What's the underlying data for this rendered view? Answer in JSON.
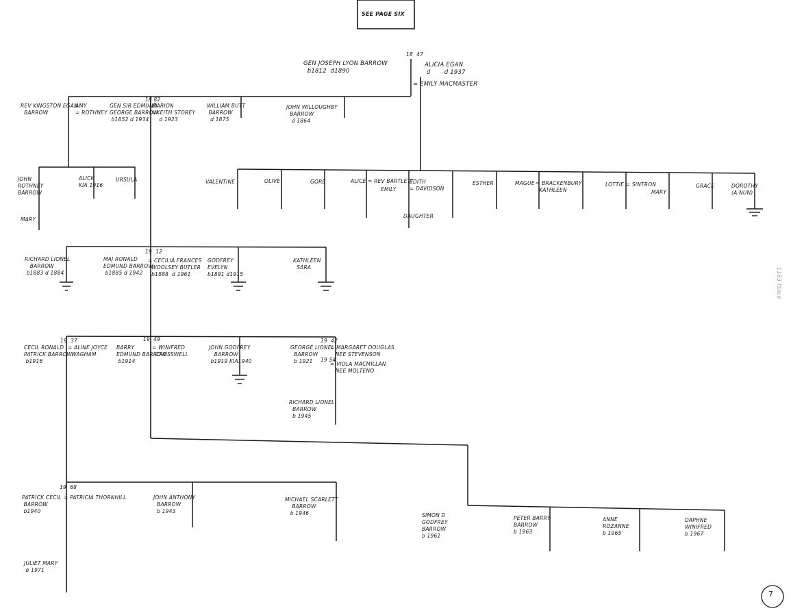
{
  "header": {
    "see_page": "SEE PAGE SIX"
  },
  "page_number": "7",
  "side_note": "1163 fāïlcē",
  "gen1": {
    "marriage_date": "18  47",
    "father": "GEN JOSEPH LYON BARROW\n  b1812  d1890",
    "mother": "ALICIA EGAN\n d       d 1937",
    "mother_second_spouse": "= EMILY MACMASTER"
  },
  "gen2": {
    "marriage_date": "18 82",
    "members": [
      "REV KINGSTON EGAN\n  BARROW",
      "AMY\n= ROTHNEY",
      "GEN SIR EDMUND\nGEORGE BARROW\n b1852 d 1934",
      "MARION\n=KEITH STOREY\n    d 1923",
      "WILLIAM BUTT\n BARROW\n  d 1875",
      "JOHN WILLOUGHBY\n  BARROW\n   d 1864"
    ],
    "emily_children": [
      "VALENTINE",
      "OLIVE",
      "GORE",
      "ALICE = REV BARTLETT",
      "EMILY",
      "EDITH\n= DAVIDSON",
      "DAUGHTER",
      "ESTHER",
      "MAGUE",
      "= BRACKENBURY\n  KATHLEEN",
      "LOTTIE = SINTRON",
      "MARY",
      "GRACE",
      "DOROTHY\n(A NUN)"
    ],
    "kingston_children": [
      "JOHN\nROTHNEY\nBARROW",
      "ALICK\nKIA 1916",
      "URSULA",
      "MARY"
    ]
  },
  "gen3": {
    "marriage_date": "19  12",
    "members": [
      "RICHARD LIONEL\n   BARROW\n b1883 d 1884",
      "MAJ RONALD\nEDMUND BARROW\n b1885 d 1942",
      "= CECILIA FRANCES\n  WOOLSEY BUTLER\n  b1888  d 1961",
      "GODFREY\nEVELYN\nb1891 d1915",
      "KATHLEEN\n  SARA"
    ]
  },
  "gen4": {
    "marriage_date_1": "19  37",
    "marriage_date_2": "19  49",
    "marriage_date_3": "19  42",
    "marriage_date_4": "19 54",
    "members": [
      "CECIL RONALD\nPATRICK BARROW\n b1916",
      "= ALINE JOYCE\n  WAGHAM",
      "BARRY\nEDMUND BARROW\n b1914",
      "= WINIFRED\n  CROSSWELL",
      "JOHN GODFREY\n   BARROW\n b1919 KIA1940",
      "GEORGE LIONEL\n  BARROW\n  b 1921",
      "= MARGARET DOUGLAS\n   NEE STEVENSON",
      "= VIOLA MACMILLAN\n   NEE MOLTENO",
      "RICHARD LIONEL\n  BARROW\n  b 1945"
    ]
  },
  "gen5": {
    "marriage_date": "19  68",
    "members": [
      "PATRICK CECIL\n BARROW\n b1940",
      "= PATRICIA THORNHILL",
      "JOHN ANTHONY\n  BARROW\n  b 1943",
      "MICHAEL SCARLETT\n    BARROW\n   b 1946",
      "SIMON D\nGODFREY\nBARROW\nb 1961",
      "PETER BARRY\nBARROW\nb 1963",
      "ANNE\nROZANNE\nb 1965",
      "DAPHNE\nWINIFRED\nb 1967"
    ]
  },
  "gen6": {
    "members": [
      "JULIET MARY\n b 1971"
    ]
  }
}
